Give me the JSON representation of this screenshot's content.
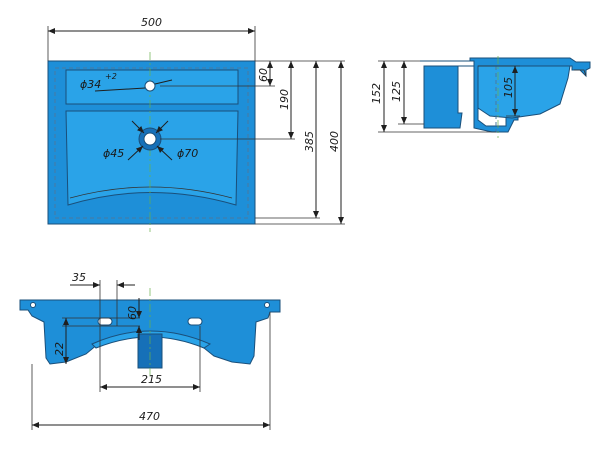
{
  "top_view": {
    "width": "500",
    "hole_diameter": "ϕ34",
    "hole_tolerance": "+2",
    "drain_small": "ϕ45",
    "drain_large": "ϕ70",
    "dim_60": "60",
    "dim_190": "190",
    "dim_385": "385",
    "dim_400": "400"
  },
  "side_view": {
    "dim_152": "152",
    "dim_125": "125",
    "dim_105": "105"
  },
  "front_view": {
    "dim_35": "35",
    "dim_60": "60",
    "dim_22": "22",
    "dim_215": "215",
    "dim_470": "470"
  },
  "colors": {
    "fill": "#1e8fd8",
    "fill_light": "#2aa3e8",
    "outline": "#1a4f7a",
    "dimension": "#1f1f1f"
  }
}
